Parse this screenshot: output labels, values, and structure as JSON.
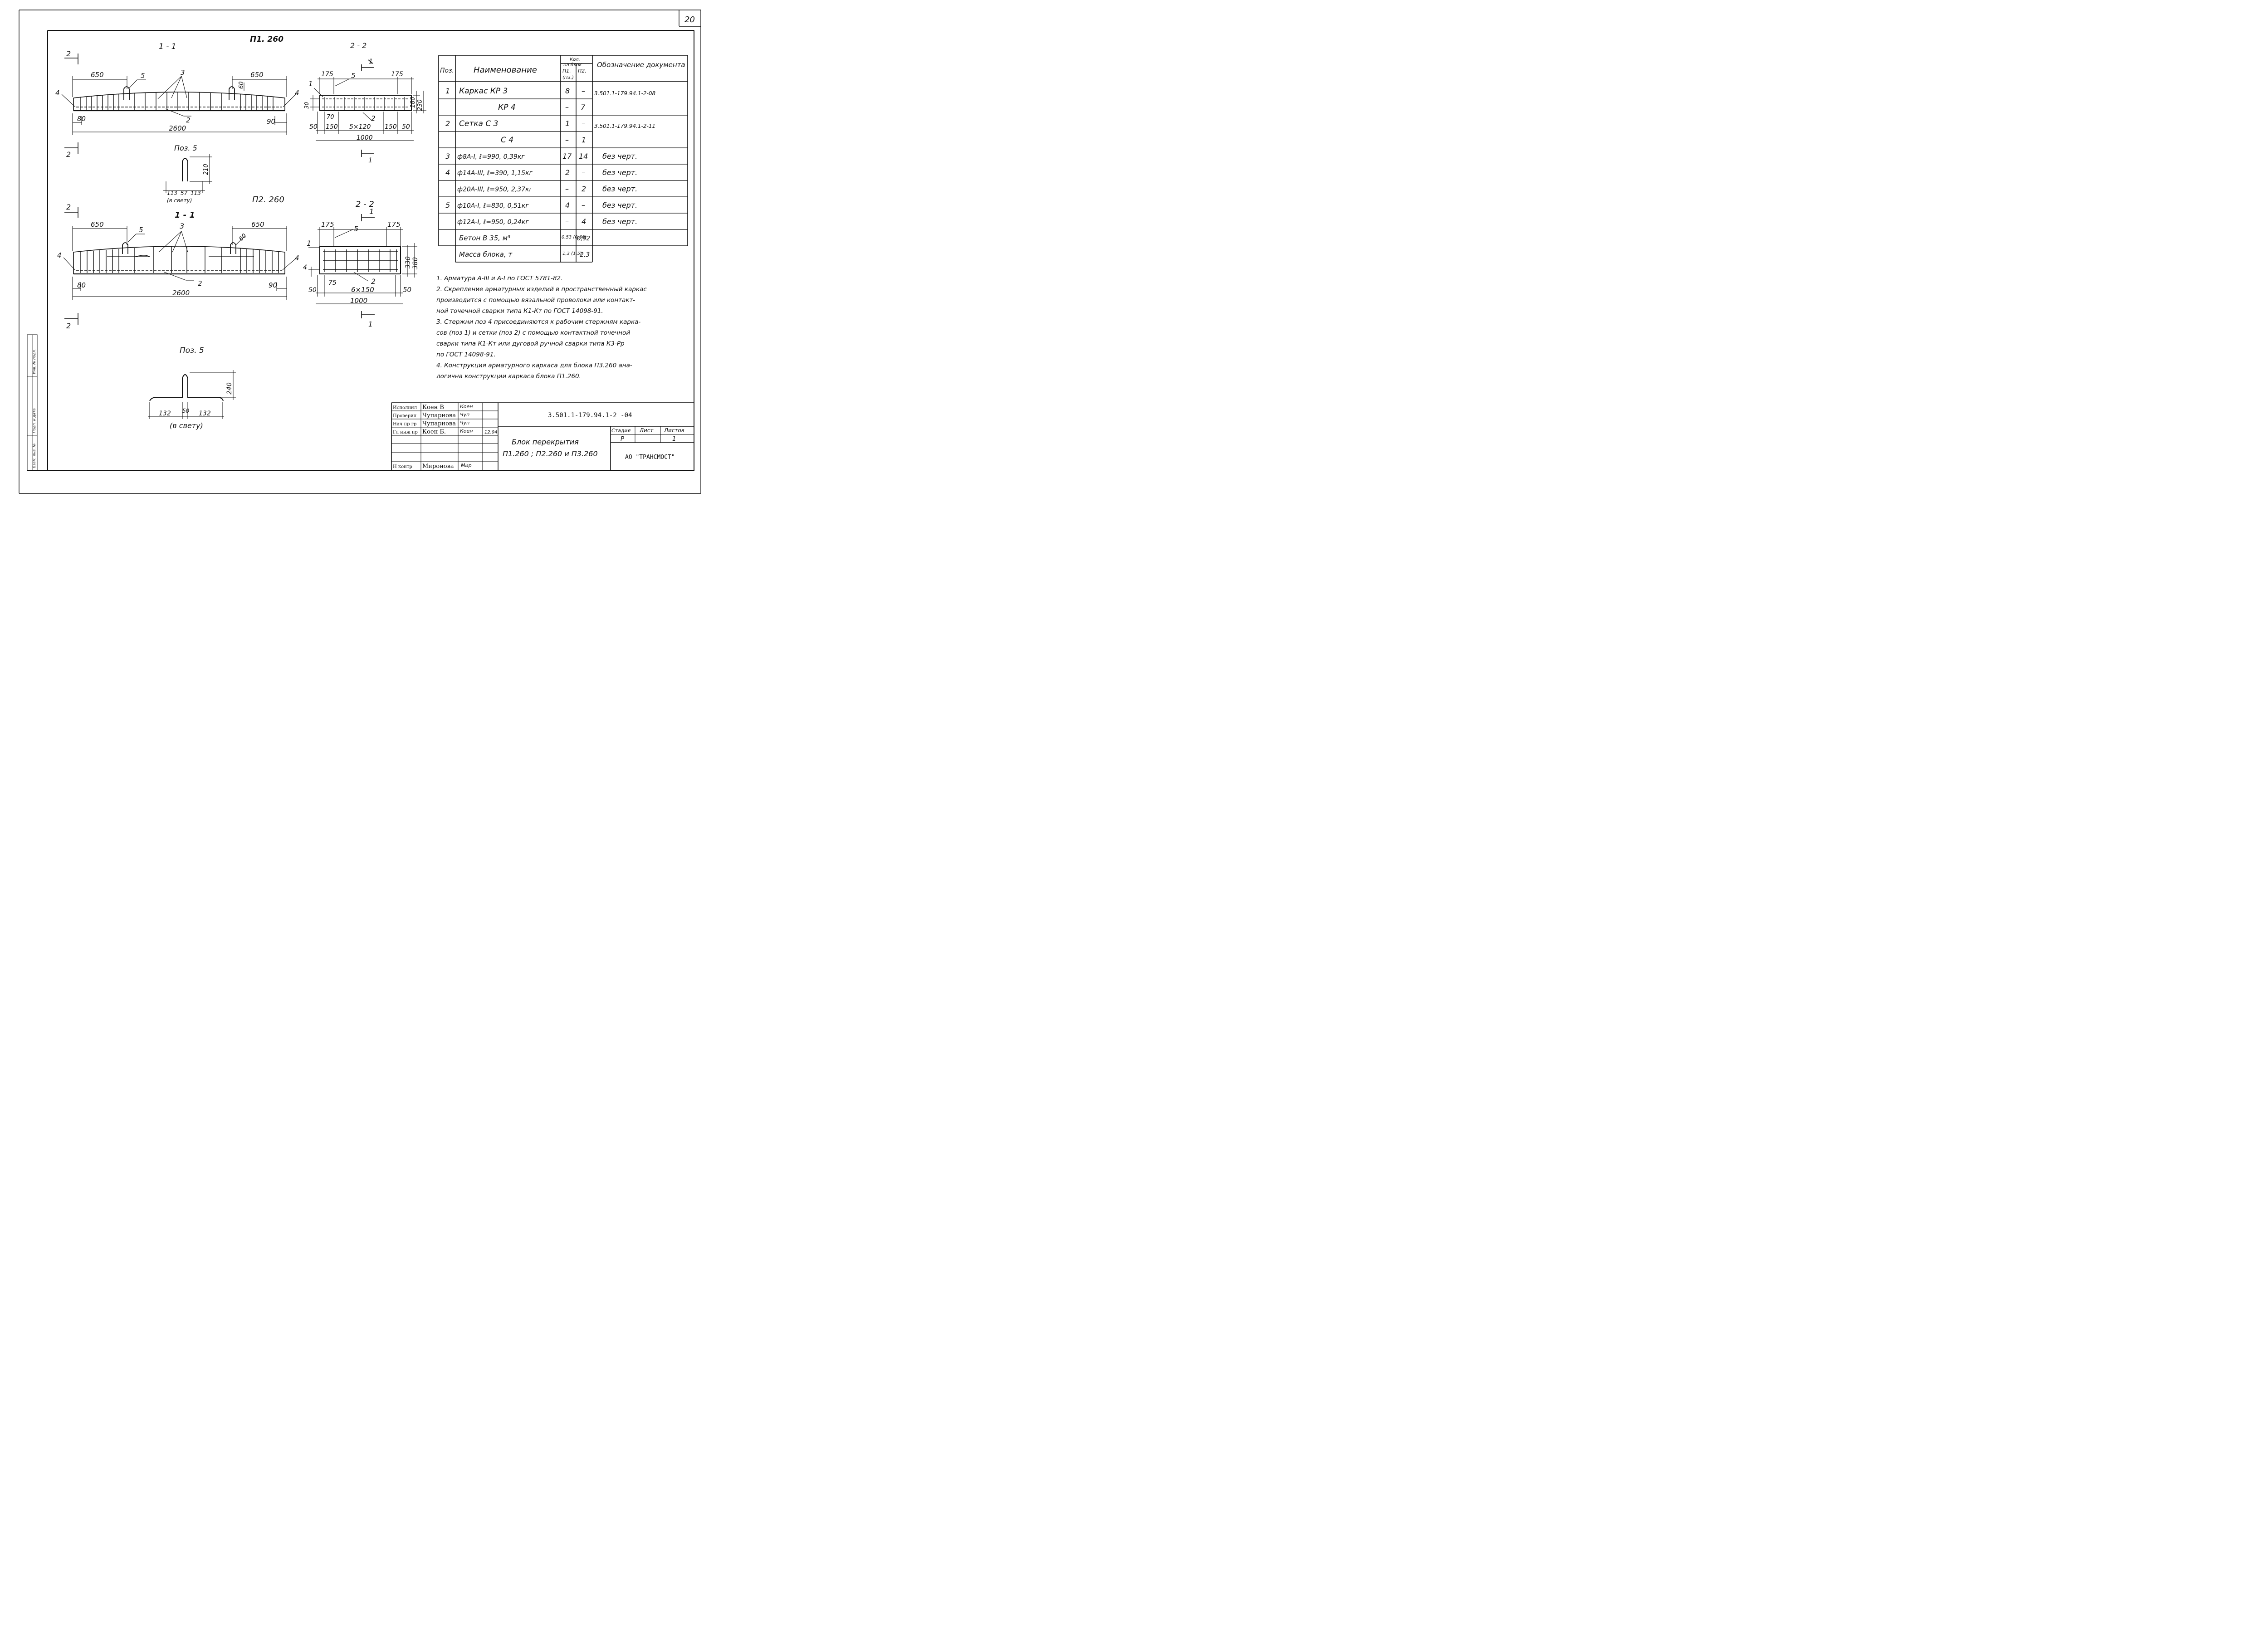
{
  "sheet": {
    "number": "20"
  },
  "drawing1": {
    "title": "П1. 260",
    "section_label": "1 - 1",
    "dims": {
      "left": "650",
      "right": "650",
      "total": "2600",
      "end_left": "80",
      "end_right": "90",
      "loop_h": "60"
    },
    "callouts": {
      "c5": "5",
      "c3": "3",
      "c2": "2",
      "c4": "4",
      "c4b": "4"
    },
    "cut_marks": {
      "top": "2",
      "bottom": "2"
    }
  },
  "drawing1_section": {
    "label": "2 - 2",
    "dims": {
      "e1": "175",
      "e2": "175",
      "a": "50",
      "b": "150",
      "mid": "5×120",
      "c": "150",
      "d": "50",
      "total": "1000",
      "h1": "180",
      "h2": "230",
      "side": "30",
      "inner": "70"
    },
    "callouts": {
      "c5": "5",
      "c1": "1",
      "c2": "2"
    },
    "cut_marks": {
      "top": "1",
      "bottom": "1"
    }
  },
  "pos5_a": {
    "title": "Поз. 5",
    "h": "210",
    "l": "113",
    "m": "57",
    "r": "113",
    "note": "(в свету)"
  },
  "drawing2": {
    "title": "П2. 260",
    "section_label": "1 - 1",
    "dims": {
      "left": "650",
      "right": "650",
      "total": "2600",
      "end_left": "80",
      "end_right": "90",
      "loop_h": "60"
    },
    "callouts": {
      "c5": "5",
      "c3": "3",
      "c2": "2",
      "c4": "4",
      "c4b": "4"
    },
    "cut_marks": {
      "top": "2",
      "bottom": "2"
    }
  },
  "drawing2_section": {
    "label": "2 - 2",
    "dims": {
      "e1": "175",
      "e2": "175",
      "a": "50",
      "b": "75",
      "mid": "6×150",
      "d": "50",
      "total": "1000",
      "h1": "330",
      "h2": "380"
    },
    "callouts": {
      "c5": "5",
      "c1": "1",
      "c2": "2",
      "c4": "4"
    },
    "cut_marks": {
      "top": "1",
      "bottom": "1"
    }
  },
  "pos5_b": {
    "title": "Поз. 5",
    "h": "240",
    "l": "132",
    "m": "50",
    "r": "132",
    "note": "(в свету)"
  },
  "spec": {
    "headers": {
      "pos": "Поз.",
      "name": "Наименование",
      "qty_top": "Кол.",
      "qty_sub": "на блок",
      "p1": "П1.",
      "p3": "(П3.)",
      "p2": "П2.",
      "doc": "Обозначение документа"
    },
    "rows": [
      {
        "pos": "1",
        "name": "Каркас  КР 3",
        "p1": "8",
        "p2": "–",
        "doc": "3.501.1-179.94.1-2-08"
      },
      {
        "pos": "",
        "name": "КР 4",
        "p1": "–",
        "p2": "7",
        "doc": ""
      },
      {
        "pos": "2",
        "name": "Сетка     С 3",
        "p1": "1",
        "p2": "–",
        "doc": "3.501.1-179.94.1-2-11"
      },
      {
        "pos": "",
        "name": "С 4",
        "p1": "–",
        "p2": "1",
        "doc": ""
      },
      {
        "pos": "3",
        "name": "ф8А-I,  ℓ=990,   0,39кг",
        "p1": "17",
        "p2": "14",
        "doc": "без черт."
      },
      {
        "pos": "4",
        "name": "ф14А-III, ℓ=390,   1,15кг",
        "p1": "2",
        "p2": "–",
        "doc": "без черт."
      },
      {
        "pos": "",
        "name": "ф20А-III, ℓ=950,   2,37кг",
        "p1": "–",
        "p2": "2",
        "doc": "без черт."
      },
      {
        "pos": "5",
        "name": "ф10А-I,  ℓ=830,   0,51кг",
        "p1": "4",
        "p2": "–",
        "doc": "без черт."
      },
      {
        "pos": "",
        "name": "ф12А-I,  ℓ=950,   0,24кг",
        "p1": "–",
        "p2": "4",
        "doc": "без черт."
      },
      {
        "pos": "",
        "name": "Бетон  В 35,      м³",
        "p1": "0,53\n(0,60)",
        "p2": "0,92",
        "doc": ""
      },
      {
        "pos": "",
        "name": "Масса блока,      т",
        "p1": "1,3\n(1,5)",
        "p2": "2,3",
        "doc": ""
      }
    ]
  },
  "notes": [
    "1.  Арматура А-III и А-I по ГОСТ 5781-82.",
    "2.  Скрепление арматурных изделий в пространственный каркас",
    "производится с помощью вязальной проволоки или контакт-",
    "ной точечной сварки типа К1-Кт по ГОСТ 14098-91.",
    "3.  Стержни поз 4 присоединяются к рабочим стержням карка-",
    "сов (поз 1) и сетки (поз 2) с помощью контактной точечной",
    "сварки типа К1-Кт или дуговой ручной сварки типа К3-Рр",
    "по ГОСТ 14098-91.",
    "4.  Конструкция арматурного каркаса для блока П3.260 ана-",
    "логична конструкции каркаса блока П1.260."
  ],
  "title_block": {
    "roles": [
      {
        "role": "Исполнил",
        "name": "Коен В",
        "sign": "Коен"
      },
      {
        "role": "Проверил",
        "name": "Чупарнова",
        "sign": "Чуп"
      },
      {
        "role": "Нач пр гр",
        "name": "Чупарнова",
        "sign": "Чуп"
      },
      {
        "role": "Гл инж пр",
        "name": "Коен Б.",
        "sign": "Коен",
        "date": "12.94"
      },
      {
        "role": "",
        "name": "",
        "sign": ""
      },
      {
        "role": "",
        "name": "",
        "sign": ""
      },
      {
        "role": "",
        "name": "",
        "sign": ""
      },
      {
        "role": "Н контр",
        "name": "Миронова",
        "sign": "Мир"
      }
    ],
    "designation": "3.501.1-179.94.1-2 -04",
    "title_line1": "Блок   перекрытия",
    "title_line2": "П1.260 ; П2.260 и П3.260",
    "stage_label": "Стадия",
    "sheet_label": "Лист",
    "sheets_label": "Листов",
    "stage": "Р",
    "sheet": "",
    "sheets": "1",
    "org": "АО  \"ТРАНСМОСТ\""
  },
  "side_stamp": [
    "Инв. № подл.",
    "Подп. и дата",
    "Взам. инв. №"
  ]
}
